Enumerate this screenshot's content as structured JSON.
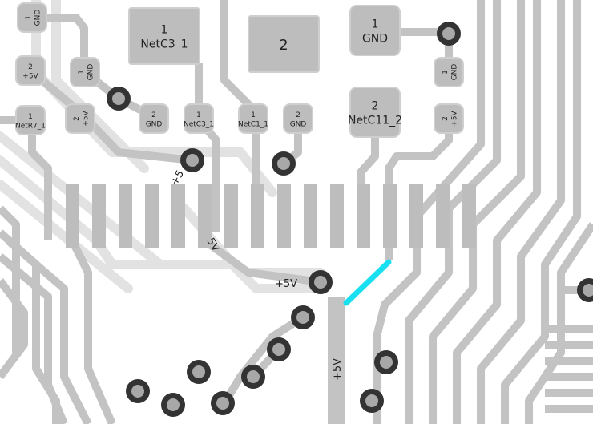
{
  "colors": {
    "pad": "#bdbdbd",
    "trace": "#c3c3c3",
    "trace_back": "#e2e2e2",
    "via_ring": "#333333",
    "via_hole": "#a8a8a8",
    "highlight": "#19e0f0"
  },
  "pads": [
    {
      "num": "1",
      "net": "GND",
      "small": true,
      "rot": true
    },
    {
      "num": "2",
      "net": "+5V",
      "small": true,
      "rot": false
    },
    {
      "num": "1",
      "net": "NetR7_1",
      "small": true,
      "rot": false
    },
    {
      "num": "1",
      "net": "GND",
      "small": true,
      "rot": true
    },
    {
      "num": "2",
      "net": "+5V",
      "small": true,
      "rot": true
    },
    {
      "num": "2",
      "net": "GND",
      "small": true,
      "rot": false
    },
    {
      "num": "1",
      "net": "NetC3_1",
      "small": false,
      "rot": false
    },
    {
      "num": "1",
      "net": "NetC3_1",
      "small": true,
      "rot": false
    },
    {
      "num": "2",
      "net": "",
      "small": false,
      "rot": false
    },
    {
      "num": "1",
      "net": "NetC1_1",
      "small": true,
      "rot": false
    },
    {
      "num": "2",
      "net": "GND",
      "small": true,
      "rot": false
    },
    {
      "num": "1",
      "net": "GND",
      "small": false,
      "rot": false
    },
    {
      "num": "2",
      "net": "NetC11_2",
      "small": false,
      "rot": false
    },
    {
      "num": "1",
      "net": "GND",
      "small": true,
      "rot": true
    },
    {
      "num": "2",
      "net": "+5V",
      "small": true,
      "rot": true
    }
  ],
  "net_labels": [
    "+5V",
    "+5V",
    "+5",
    "5V"
  ]
}
